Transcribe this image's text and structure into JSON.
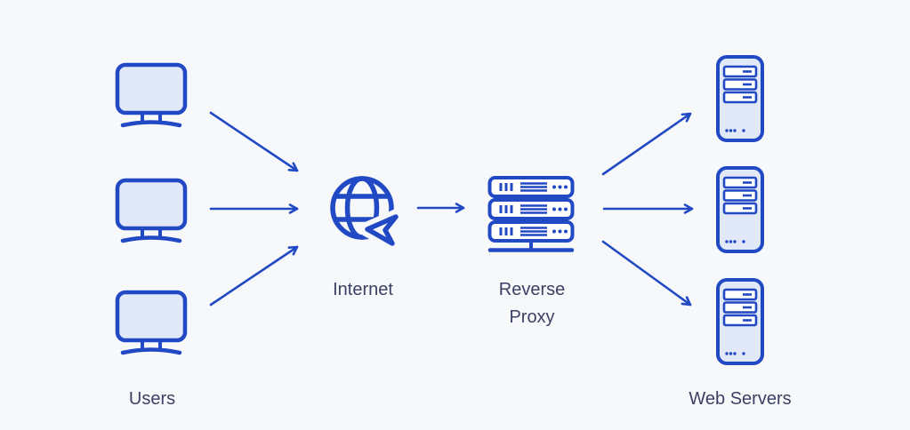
{
  "diagram": {
    "type": "architecture-flow",
    "nodes": {
      "users": {
        "label": "Users",
        "icon": "monitor-icon",
        "count": 3
      },
      "internet": {
        "label": "Internet",
        "icon": "globe-pointer-icon",
        "count": 1
      },
      "reverse_proxy": {
        "label": "Reverse Proxy",
        "icon": "rack-server-icon",
        "count": 1
      },
      "web_servers": {
        "label": "Web Servers",
        "icon": "server-tower-icon",
        "count": 3
      }
    },
    "edges": [
      {
        "from": "user-1",
        "to": "internet"
      },
      {
        "from": "user-2",
        "to": "internet"
      },
      {
        "from": "user-3",
        "to": "internet"
      },
      {
        "from": "internet",
        "to": "reverse-proxy"
      },
      {
        "from": "reverse-proxy",
        "to": "web-server-1"
      },
      {
        "from": "reverse-proxy",
        "to": "web-server-2"
      },
      {
        "from": "reverse-proxy",
        "to": "web-server-3"
      }
    ]
  },
  "colors": {
    "bg": "#f7f8fa",
    "icon_stroke": "#2149c4",
    "icon_fill": "#e1e8f7",
    "slot_fill": "#ffffff",
    "arrow": "#2149c4",
    "label_text": "#3b4164"
  }
}
